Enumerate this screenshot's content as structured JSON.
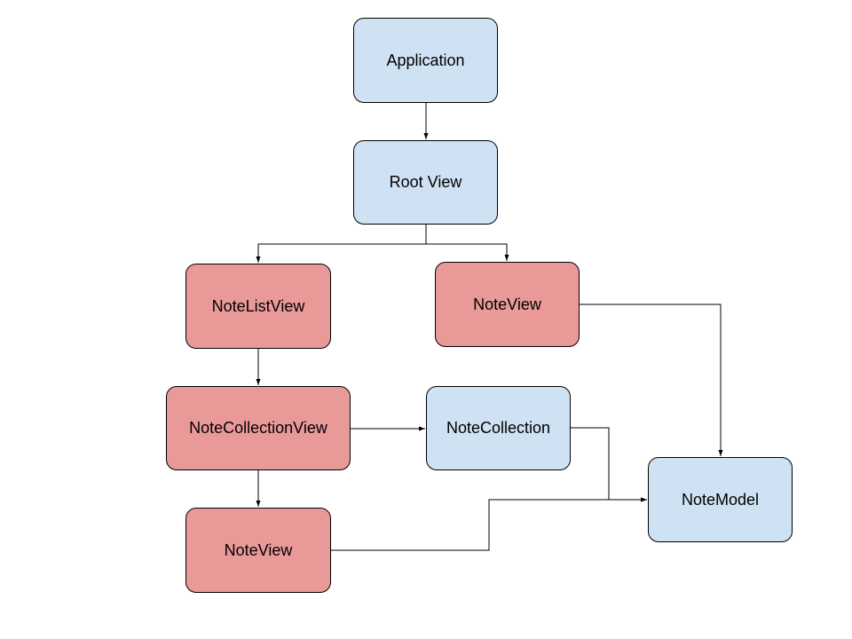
{
  "colors": {
    "model_fill": "#cfe2f3",
    "view_fill": "#ea9999",
    "stroke": "#000000"
  },
  "nodes": {
    "application": "Application",
    "root_view": "Root View",
    "note_list_view": "NoteListView",
    "note_view_top": "NoteView",
    "note_collection_view": "NoteCollectionView",
    "note_collection": "NoteCollection",
    "note_view_bottom": "NoteView",
    "note_model": "NoteModel"
  },
  "edges": [
    {
      "from": "Application",
      "to": "Root View"
    },
    {
      "from": "Root View",
      "to": "NoteListView"
    },
    {
      "from": "Root View",
      "to": "NoteView"
    },
    {
      "from": "NoteListView",
      "to": "NoteCollectionView"
    },
    {
      "from": "NoteCollectionView",
      "to": "NoteCollection"
    },
    {
      "from": "NoteCollectionView",
      "to": "NoteView"
    },
    {
      "from": "NoteView",
      "to": "NoteModel"
    },
    {
      "from": "NoteCollection",
      "to": "NoteModel"
    },
    {
      "from": "NoteView",
      "to": "NoteModel"
    }
  ]
}
